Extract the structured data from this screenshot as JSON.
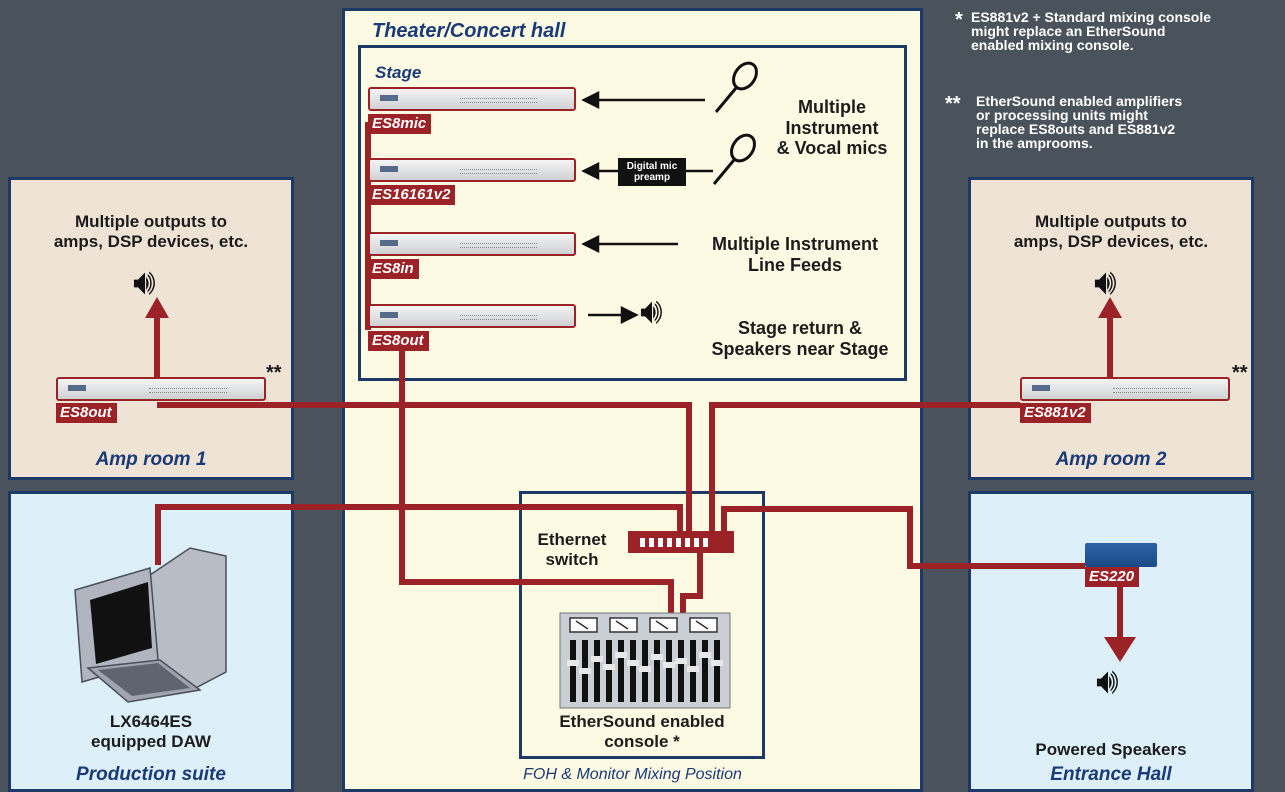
{
  "rooms": {
    "theater": {
      "title": "Theater/Concert hall"
    },
    "stage": {
      "title": "Stage"
    },
    "amp1": {
      "title": "Amp room 1",
      "outputs": "Multiple outputs to\namps, DSP devices, etc.",
      "device": "ES8out",
      "marker": "**"
    },
    "amp2": {
      "title": "Amp room 2",
      "outputs": "Multiple outputs to\namps, DSP devices, etc.",
      "device": "ES881v2",
      "marker": "**"
    },
    "production": {
      "title": "Production suite",
      "caption": "LX6464ES\nequipped DAW"
    },
    "entrance": {
      "title": "Entrance Hall",
      "device": "ES220",
      "caption": "Powered Speakers"
    },
    "foh": {
      "title": "FOH & Monitor Mixing Position",
      "switch": "Ethernet\nswitch",
      "console": "EtherSound enabled\nconsole *"
    }
  },
  "stage_devices": [
    {
      "name": "ES8mic"
    },
    {
      "name": "ES16161v2"
    },
    {
      "name": "ES8in"
    },
    {
      "name": "ES8out"
    }
  ],
  "stage_labels": {
    "mics": "Multiple\nInstrument\n& Vocal mics",
    "preamp": "Digital mic\npreamp",
    "line_feeds": "Multiple Instrument\nLine Feeds",
    "returns": "Stage return &\nSpeakers near Stage"
  },
  "notes": {
    "note1_marker": "*",
    "note1": "ES881v2 + Standard mixing console\nmight replace an EtherSound\nenabled mixing console.",
    "note2_marker": "**",
    "note2": "EtherSound enabled amplifiers\nor processing units might\nreplace ES8outs and ES881v2\nin the amprooms."
  },
  "colors": {
    "background": "#4a525c",
    "wire": "#9b2226",
    "border": "#1d3a66",
    "title": "#1a3a78",
    "tan": "#efe3d6",
    "light_blue": "#ddf0fa",
    "cream": "#fdfae3"
  }
}
